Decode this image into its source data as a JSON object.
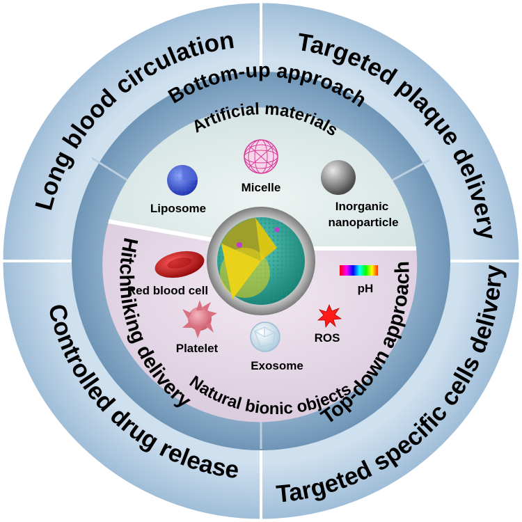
{
  "outer_ring": {
    "top_left": "Long blood circulation",
    "top_right": "Targeted plaque delivery",
    "bottom_left": "Controlled drug release",
    "bottom_right": "Targeted specific cells delivery"
  },
  "middle_ring": {
    "top": "Bottom-up approach",
    "left": "Hitchhiking delivery",
    "right": "Top-down approach"
  },
  "upper_section": {
    "title": "Artificial materials",
    "items": [
      "Liposome",
      "Micelle",
      "Inorganic",
      "nanoparticle"
    ]
  },
  "lower_section": {
    "title": "Natural bionic objects",
    "items": [
      "Red blood cell",
      "Platelet",
      "Exosome",
      "pH",
      "ROS"
    ]
  },
  "colors": {
    "outer_ring": "#b7d1e8",
    "middle_ring": "#88abc8",
    "upper_fill": "#dfeaea",
    "lower_fill": "#e8dbe9",
    "nanoparticle": "#30a89a",
    "core": "#e6d21a"
  }
}
